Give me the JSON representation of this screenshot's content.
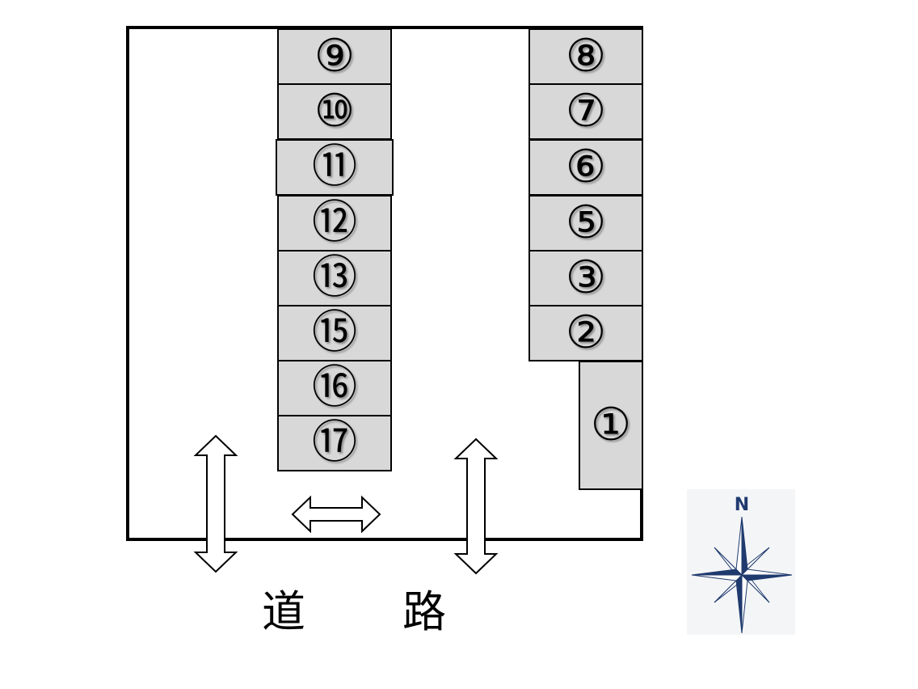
{
  "parking_lot": {
    "left_column": [
      {
        "id": "stall-9",
        "label": "⑨"
      },
      {
        "id": "stall-10",
        "label": "⑩"
      },
      {
        "id": "stall-11",
        "label": "⑪"
      },
      {
        "id": "stall-12",
        "label": "⑫"
      },
      {
        "id": "stall-13",
        "label": "⑬"
      },
      {
        "id": "stall-15",
        "label": "⑮"
      },
      {
        "id": "stall-16",
        "label": "⑯"
      },
      {
        "id": "stall-17",
        "label": "⑰"
      }
    ],
    "right_column": [
      {
        "id": "stall-8",
        "label": "⑧"
      },
      {
        "id": "stall-7",
        "label": "⑦"
      },
      {
        "id": "stall-6",
        "label": "⑥"
      },
      {
        "id": "stall-5",
        "label": "⑤"
      },
      {
        "id": "stall-3",
        "label": "③"
      },
      {
        "id": "stall-2",
        "label": "②"
      }
    ],
    "corner_stall": {
      "id": "stall-1",
      "label": "①"
    }
  },
  "road": {
    "char_1": "道",
    "char_2": "路"
  },
  "compass": {
    "north_label": "N",
    "color": "#1f3a6e"
  },
  "colors": {
    "stall_fill": "#d8d8d8",
    "outline": "#000000"
  }
}
